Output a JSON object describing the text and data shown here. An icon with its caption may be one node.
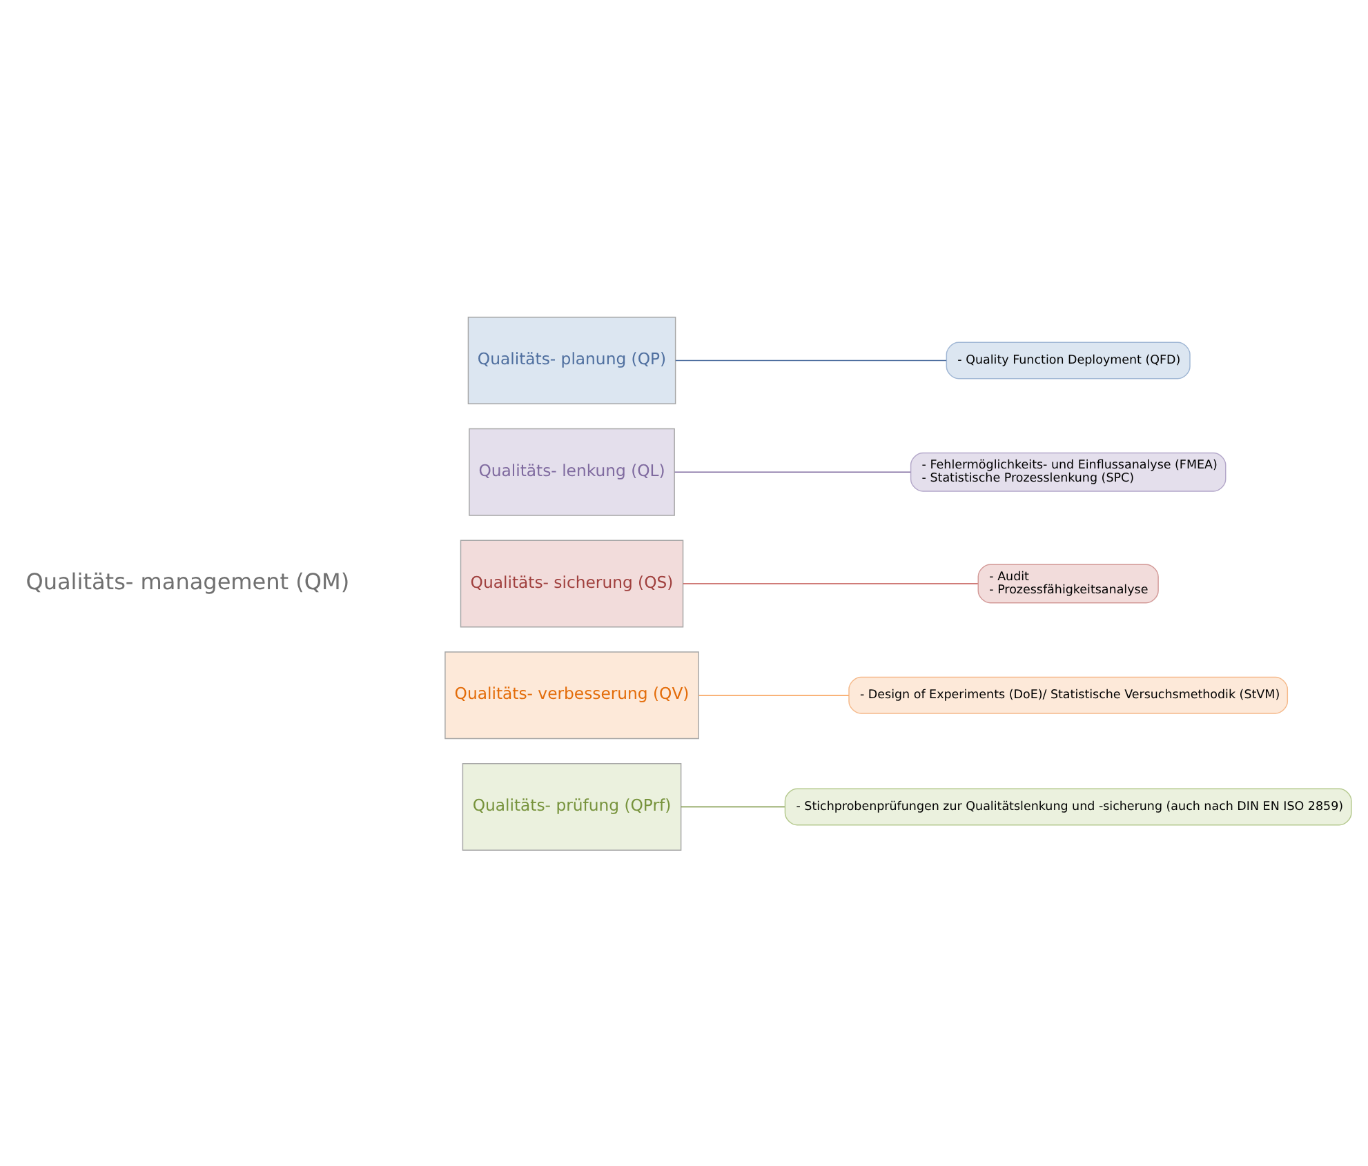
{
  "diagram": {
    "nodes": [
      {
        "text": [
          "Qualitäts- planung (QP)"
        ]
      },
      {
        "text": [
          "Qualitäts- lenkung (QL)"
        ]
      },
      {
        "text": [
          "Qualitäts- sicherung (QS)"
        ]
      },
      {
        "text": [
          "Qualitäts- verbesserung (QV)"
        ]
      },
      {
        "text": [
          "Qualitäts- prüfung (QPrf)"
        ]
      },
      {
        "text": [
          "- Quality Function Deployment (QFD)"
        ]
      },
      {
        "text": [
          "- Fehlermöglichkeits- und Einflussanalyse (FMEA)",
          "- Statistische Prozesslenkung (SPC)"
        ]
      },
      {
        "text": [
          "- Audit",
          "- Prozessfähigkeitsanalyse"
        ]
      },
      {
        "text": [
          "- Design of Experiments (DoE)/ Statistische Versuchsmethodik (StVM)"
        ]
      },
      {
        "text": [
          "- Stichprobenprüfungen zur Qualitätslenkung und -sicherung (auch nach DIN EN ISO 2859)"
        ]
      }
    ],
    "edges": [
      {
        "from": 0,
        "to": 5,
        "arrow": "none",
        "color": "#4f6f9f"
      },
      {
        "from": 1,
        "to": 6,
        "arrow": "none",
        "color": "#7f6a9f"
      },
      {
        "from": 2,
        "to": 7,
        "arrow": "none",
        "color": "#c0504d"
      },
      {
        "from": 3,
        "to": 8,
        "arrow": "none",
        "color": "#f79646"
      },
      {
        "from": 4,
        "to": 9,
        "arrow": "none",
        "color": "#77933c"
      }
    ],
    "labels": [
      "Qualitäts- management (QM)"
    ]
  }
}
